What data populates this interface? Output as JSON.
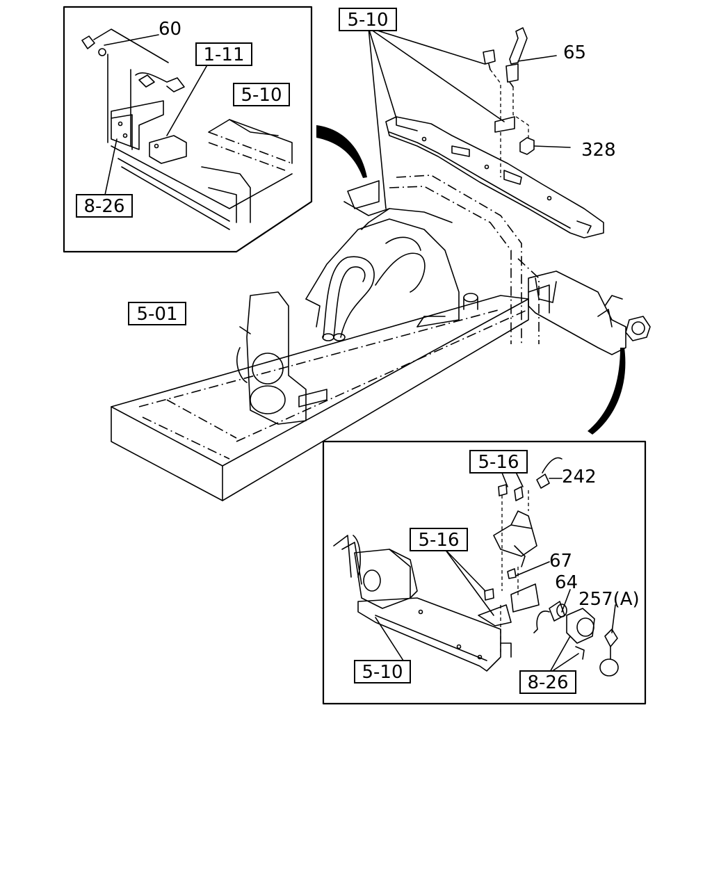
{
  "diagram": {
    "boxed_refs": {
      "r510_top": "5-10",
      "r111": "1-11",
      "r510_inset": "5-10",
      "r826_top": "8-26",
      "r501": "5-01",
      "r516_a": "5-16",
      "r516_b": "5-16",
      "r510_bottom": "5-10",
      "r826_bottom": "8-26"
    },
    "callouts": {
      "c60": "60",
      "c65": "65",
      "c328": "328",
      "c242": "242",
      "c67": "67",
      "c64": "64",
      "c257": "257(A)"
    }
  }
}
